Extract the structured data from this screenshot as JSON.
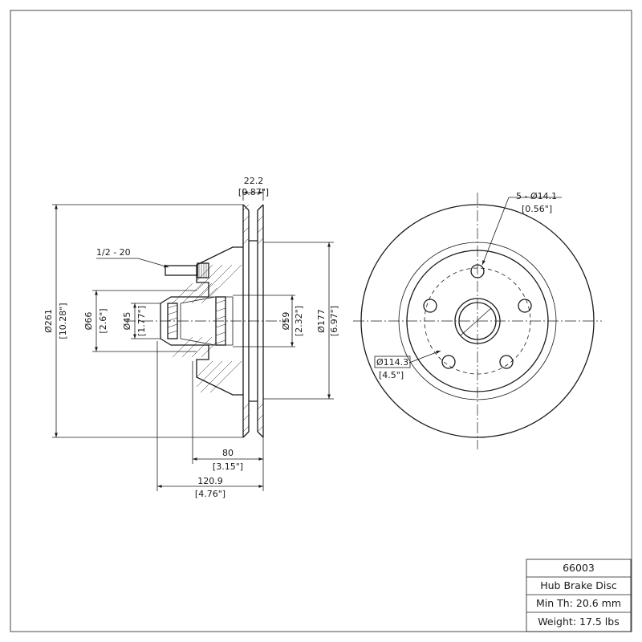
{
  "part": {
    "number": "66003",
    "type": "Hub Brake Disc",
    "min_thickness": "Min Th: 20.6 mm",
    "weight": "Weight: 17.5 lbs"
  },
  "dimensions": {
    "disc_thickness": {
      "mm": "22.2",
      "in": "[0.87\"]"
    },
    "stud_thread": "1/2 - 20",
    "outer_diameter": {
      "mm": "Ø261",
      "in": "[10.28\"]"
    },
    "bearing_od": {
      "mm": "Ø66",
      "in": "[2.6\"]"
    },
    "bearing_id": {
      "mm": "Ø45",
      "in": "[1.77\"]"
    },
    "inner_bearing": {
      "mm": "Ø59",
      "in": "[2.32\"]"
    },
    "hat_diameter": {
      "mm": "Ø177",
      "in": "[6.97\"]"
    },
    "hub_depth": {
      "mm": "80",
      "in": "[3.15\"]"
    },
    "overall_height": {
      "mm": "120.9",
      "in": "[4.76\"]"
    },
    "bolt_holes": {
      "mm": "5 - Ø14.1",
      "in": "[0.56\"]"
    },
    "bolt_circle": {
      "mm": "Ø114.3",
      "in": "[4.5\"]"
    }
  }
}
